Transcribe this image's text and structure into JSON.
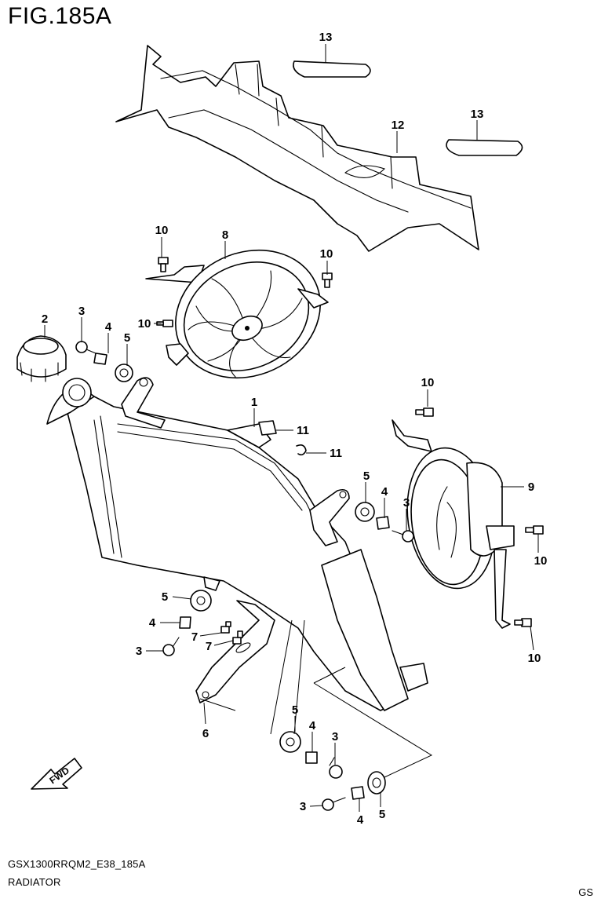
{
  "figure": {
    "number": "FIG.185A"
  },
  "footer": {
    "model_code": "GSX1300RRQM2_E38_185A",
    "section": "RADIATOR",
    "region_code": "GS"
  },
  "fwd_arrow": {
    "label": "FWD"
  },
  "callouts": [
    {
      "key": "c13a",
      "label": "13"
    },
    {
      "key": "c13b",
      "label": "13"
    },
    {
      "key": "c12",
      "label": "12"
    },
    {
      "key": "c10a",
      "label": "10"
    },
    {
      "key": "c8",
      "label": "8"
    },
    {
      "key": "c10b",
      "label": "10"
    },
    {
      "key": "c2",
      "label": "2"
    },
    {
      "key": "c3a",
      "label": "3"
    },
    {
      "key": "c4a",
      "label": "4"
    },
    {
      "key": "c5a",
      "label": "5"
    },
    {
      "key": "c10c",
      "label": "10"
    },
    {
      "key": "c10d",
      "label": "10"
    },
    {
      "key": "c1",
      "label": "1"
    },
    {
      "key": "c11a",
      "label": "11"
    },
    {
      "key": "c11b",
      "label": "11"
    },
    {
      "key": "c5b",
      "label": "5"
    },
    {
      "key": "c4b",
      "label": "4"
    },
    {
      "key": "c3b",
      "label": "3"
    },
    {
      "key": "c9",
      "label": "9"
    },
    {
      "key": "c10e",
      "label": "10"
    },
    {
      "key": "c10f",
      "label": "10"
    },
    {
      "key": "c5c",
      "label": "5"
    },
    {
      "key": "c4c",
      "label": "4"
    },
    {
      "key": "c7a",
      "label": "7"
    },
    {
      "key": "c7b",
      "label": "7"
    },
    {
      "key": "c3c",
      "label": "3"
    },
    {
      "key": "c6",
      "label": "6"
    },
    {
      "key": "c5d",
      "label": "5"
    },
    {
      "key": "c4d",
      "label": "4"
    },
    {
      "key": "c3d",
      "label": "3"
    },
    {
      "key": "c3e",
      "label": "3"
    },
    {
      "key": "c4e",
      "label": "4"
    },
    {
      "key": "c5e",
      "label": "5"
    }
  ]
}
